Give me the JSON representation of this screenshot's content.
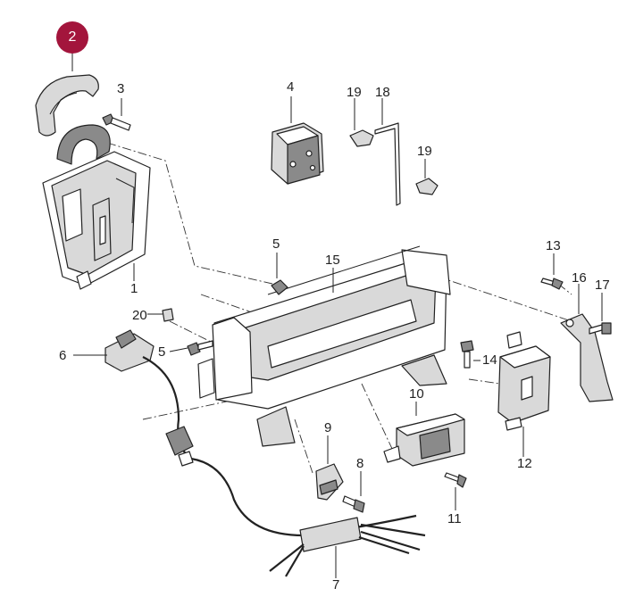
{
  "highlight": {
    "callout": "2",
    "color": "#a3153c"
  },
  "callouts": {
    "c1": "1",
    "c3": "3",
    "c4": "4",
    "c5a": "5",
    "c5b": "5",
    "c6": "6",
    "c7": "7",
    "c8": "8",
    "c9": "9",
    "c10": "10",
    "c11": "11",
    "c12": "12",
    "c13": "13",
    "c14": "14",
    "c15": "15",
    "c16": "16",
    "c17": "17",
    "c18": "18",
    "c19a": "19",
    "c19b": "19",
    "c20": "20"
  }
}
